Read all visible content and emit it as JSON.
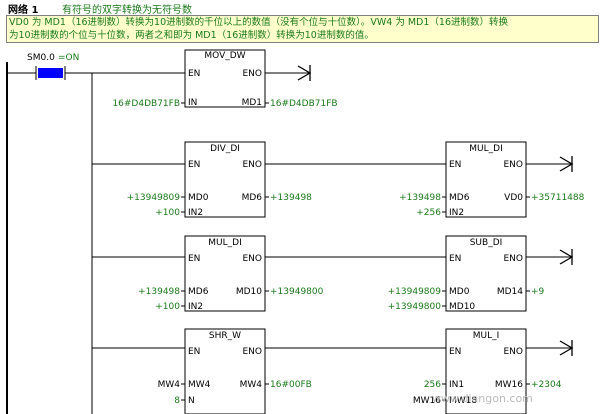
{
  "network": {
    "label": "网络 1",
    "title": "有符号的双字转换为无符号数"
  },
  "comment": {
    "line1": "VD0 为 MD1（16进制数）转换为10进制数的千位以上的数值（没有个位与十位数）。VW4 为 MD1（16进制数）转换",
    "line2": "为10进制数的个位与十位数，两者之和即为 MD1（16进制数）转换为10进制数的值。"
  },
  "contact": {
    "name": "SM0.0",
    "state": "=ON"
  },
  "blocks": {
    "mov_dw": {
      "title": "MOV_DW",
      "en": "EN",
      "eno": "ENO",
      "in": "IN",
      "out": "MD1",
      "in_value": "16#D4DB71FB",
      "out_value": "16#D4DB71FB"
    },
    "div_di": {
      "title": "DIV_DI",
      "en": "EN",
      "eno": "ENO",
      "in1": "MD0",
      "in2": "IN2",
      "out": "MD6",
      "in1_value": "+13949809",
      "in2_value": "+100",
      "out_value": "+139498"
    },
    "mul_di_1": {
      "title": "MUL_DI",
      "en": "EN",
      "eno": "ENO",
      "in1": "MD6",
      "in2": "IN2",
      "out": "VD0",
      "in1_value": "+139498",
      "in2_value": "+256",
      "out_value": "+35711488"
    },
    "mul_di_2": {
      "title": "MUL_DI",
      "en": "EN",
      "eno": "ENO",
      "in1": "MD6",
      "in2": "IN2",
      "out": "MD10",
      "in1_value": "+139498",
      "in2_value": "+100",
      "out_value": "+13949800"
    },
    "sub_di": {
      "title": "SUB_DI",
      "en": "EN",
      "eno": "ENO",
      "in1": "MD0",
      "in2": "MD10",
      "out": "MD14",
      "in1_value": "+13949809",
      "in2_value": "+13949800",
      "out_value": "+9"
    },
    "shr_w": {
      "title": "SHR_W",
      "en": "EN",
      "eno": "ENO",
      "in1": "MW4",
      "in2": "N",
      "out": "MW4",
      "in1_value": "MW4",
      "in2_value": "8",
      "out_value": "16#00FB"
    },
    "mul_i": {
      "title": "MUL_I",
      "en": "EN",
      "eno": "ENO",
      "in1": "IN1",
      "in2": "MW18",
      "out": "MW16",
      "in1_value": "256",
      "in2_value": "MW16",
      "out_value": "+2304"
    }
  },
  "watermark": "www.diangon.com",
  "colors": {
    "value_green": "#1a7a1a",
    "contact_blue": "#0000ff",
    "comment_bg": "#ffffcc",
    "wire": "#000000"
  }
}
